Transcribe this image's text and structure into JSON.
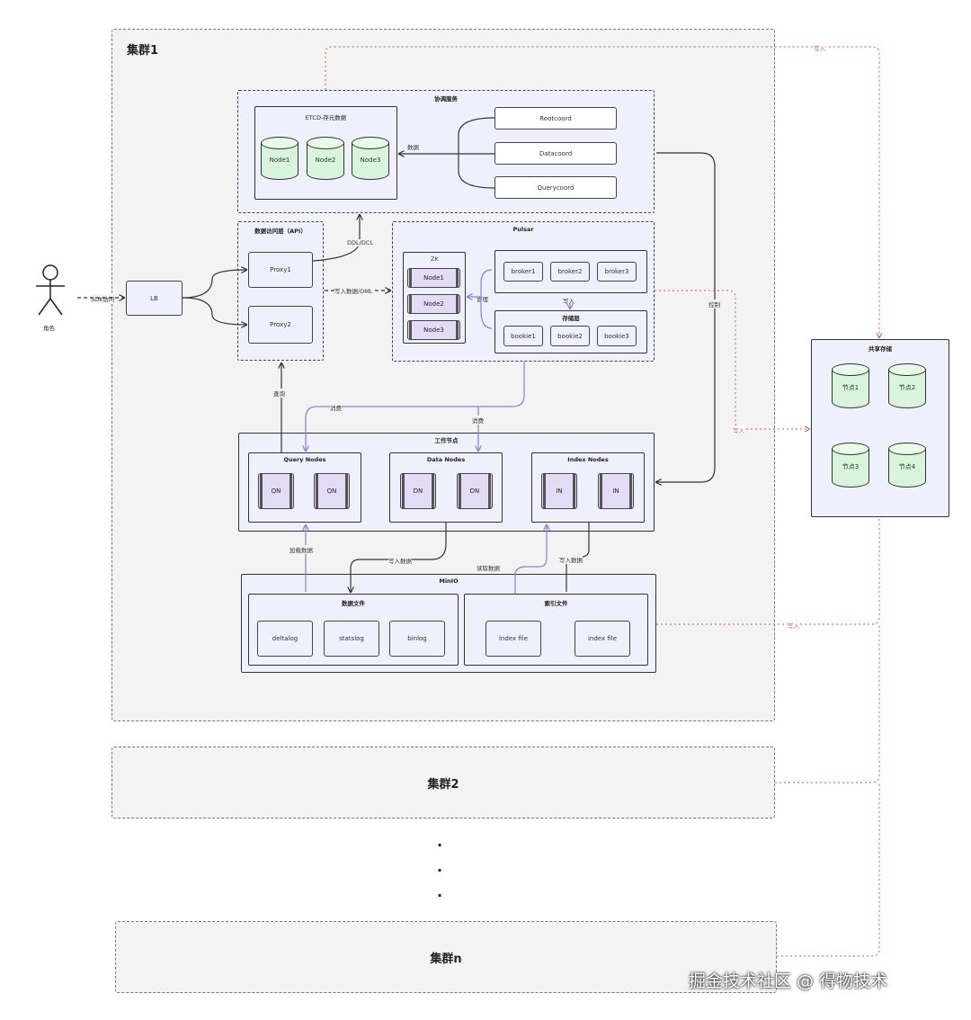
{
  "cluster1": {
    "title": "集群1"
  },
  "cluster2": {
    "title": "集群2"
  },
  "clustern": {
    "title": "集群n"
  },
  "ellipsis": "·",
  "coord": {
    "title": "协调服务",
    "etcd": {
      "title": "ETCD-存元数据",
      "nodes": [
        "Node1",
        "Node2",
        "Node3"
      ]
    },
    "coords": [
      "Rootcoord",
      "Datacoord",
      "Querycoord"
    ],
    "edge_label": "数据"
  },
  "access": {
    "title": "数据访问层（API）",
    "proxies": [
      "Proxy1",
      "Proxy2"
    ]
  },
  "pulsar": {
    "title": "Pulsar",
    "zk": {
      "title": "ZK",
      "nodes": [
        "Node1",
        "Node2",
        "Node3"
      ]
    },
    "brokers": [
      "broker1",
      "broker2",
      "broker3"
    ],
    "storage": {
      "title": "存储层",
      "bookies": [
        "bookie1",
        "bookie2",
        "bookie3"
      ]
    },
    "manage_label": "管理",
    "write_label": "写入"
  },
  "user": {
    "label": "角色",
    "sdk_label": "SDK访问"
  },
  "lb": {
    "label": "LB"
  },
  "labels": {
    "ddl": "DDL/DCL",
    "write_dml": "写入数据/DML",
    "query": "查询",
    "consume1": "消费",
    "consume2": "消费",
    "control": "控制",
    "load": "加载数据",
    "write_data": "写入数据",
    "read_data": "读取数据",
    "write_data2": "写入数据",
    "write_etcd": "写入",
    "write_pulsar": "写入",
    "write_minio": "写入"
  },
  "workers": {
    "title": "工作节点",
    "query": {
      "title": "Query Nodes",
      "nodes": [
        "QN",
        "QN"
      ]
    },
    "data": {
      "title": "Data Nodes",
      "nodes": [
        "DN",
        "DN"
      ]
    },
    "index": {
      "title": "Index Nodes",
      "nodes": [
        "IN",
        "IN"
      ]
    }
  },
  "minio": {
    "title": "MinIO",
    "datafiles": {
      "title": "数据文件",
      "files": [
        "deltalog",
        "statslog",
        "binlog"
      ]
    },
    "indexfiles": {
      "title": "索引文件",
      "files": [
        "index file",
        "index file"
      ]
    }
  },
  "shared": {
    "title": "共享存储",
    "nodes": [
      "节点1",
      "节点2",
      "节点3",
      "节点4"
    ]
  },
  "watermark": "掘金技术社区 @ 得物技术",
  "colors": {
    "purple_arrow": "#8a7fd6",
    "red_arrow": "#d9534f",
    "cylinder": "#d8f5dc",
    "node": "#e4dcf6"
  }
}
